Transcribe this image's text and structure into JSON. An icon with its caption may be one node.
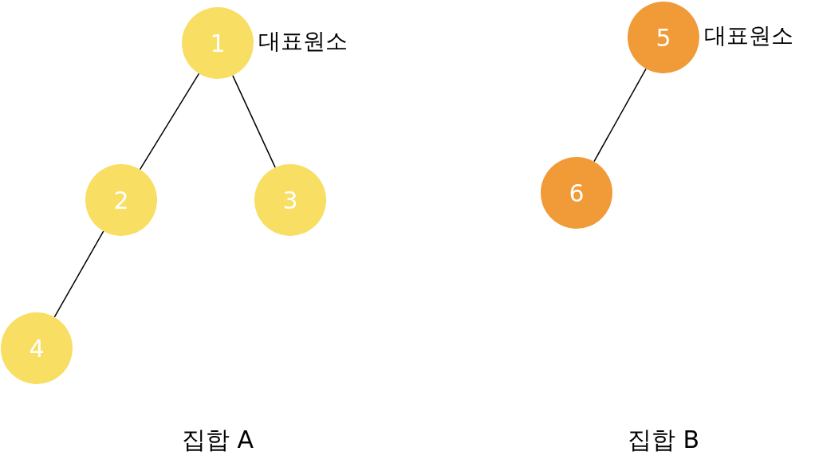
{
  "diagram": {
    "nodes": [
      {
        "text": [
          "1"
        ],
        "beside": [
          "대표원소"
        ]
      },
      {
        "text": [
          "2"
        ]
      },
      {
        "text": [
          "3"
        ]
      },
      {
        "text": [
          "4"
        ]
      },
      {
        "text": [
          "5"
        ],
        "beside": [
          "대표원소"
        ]
      },
      {
        "text": [
          "6"
        ]
      }
    ],
    "edges": [
      {
        "from": 0,
        "to": 1,
        "arrow": "none"
      },
      {
        "from": 0,
        "to": 2,
        "arrow": "none"
      },
      {
        "from": 1,
        "to": 3,
        "arrow": "none"
      },
      {
        "from": 4,
        "to": 5,
        "arrow": "none"
      }
    ],
    "labels": [
      "집합 A",
      "집합 B"
    ]
  }
}
